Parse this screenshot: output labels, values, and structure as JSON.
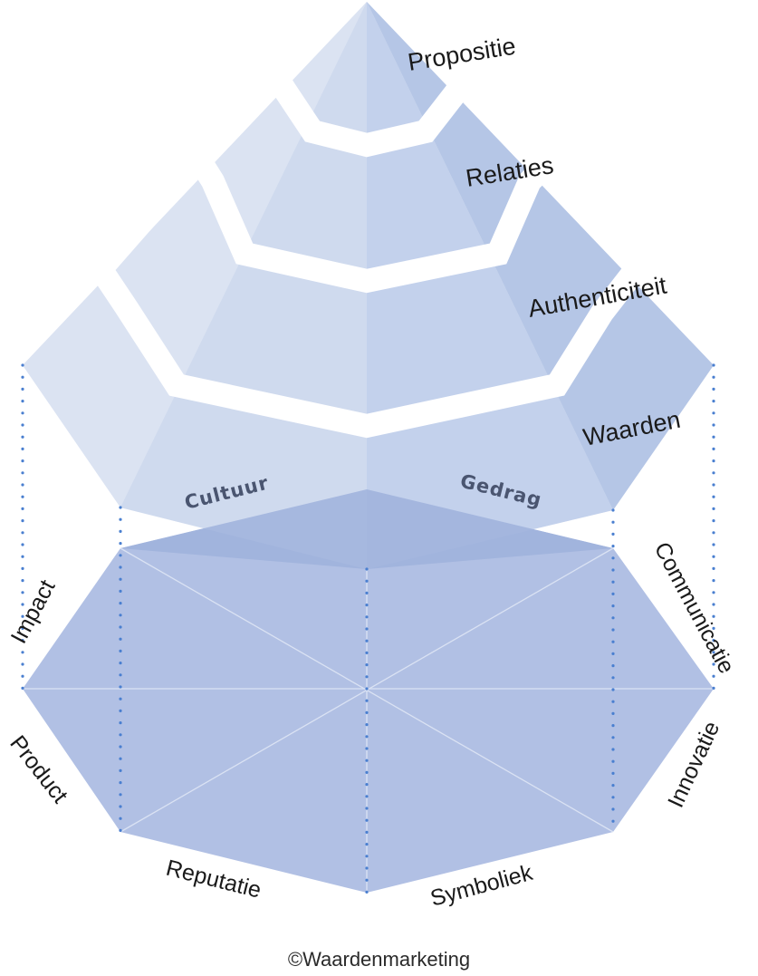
{
  "diagram": {
    "type": "layered-pyramid-over-octagon",
    "pyramid_layers": [
      {
        "label": "Propositie",
        "level": 1
      },
      {
        "label": "Relaties",
        "level": 2
      },
      {
        "label": "Authenticiteit",
        "level": 3
      },
      {
        "label": "Waarden",
        "level": 4
      }
    ],
    "inner_labels": {
      "left": "Cultuur",
      "right": "Gedrag"
    },
    "base_segments": [
      {
        "label": "Impact",
        "position": "upper-left"
      },
      {
        "label": "Communicatie",
        "position": "upper-right"
      },
      {
        "label": "Product",
        "position": "lower-left"
      },
      {
        "label": "Innovatie",
        "position": "lower-right"
      },
      {
        "label": "Reputatie",
        "position": "bottom-left"
      },
      {
        "label": "Symboliek",
        "position": "bottom-right"
      }
    ],
    "copyright": "©Waardenmarketing",
    "colors": {
      "pyramid_light": "#dbe3f2",
      "pyramid_mid": "#cfdaee",
      "pyramid_right": "#b8c9e6",
      "base_fill": "#b1c0e4",
      "overlap_fill": "#9fb2dc",
      "dotted_line": "#4a7fd0",
      "separator": "#ffffff"
    }
  }
}
